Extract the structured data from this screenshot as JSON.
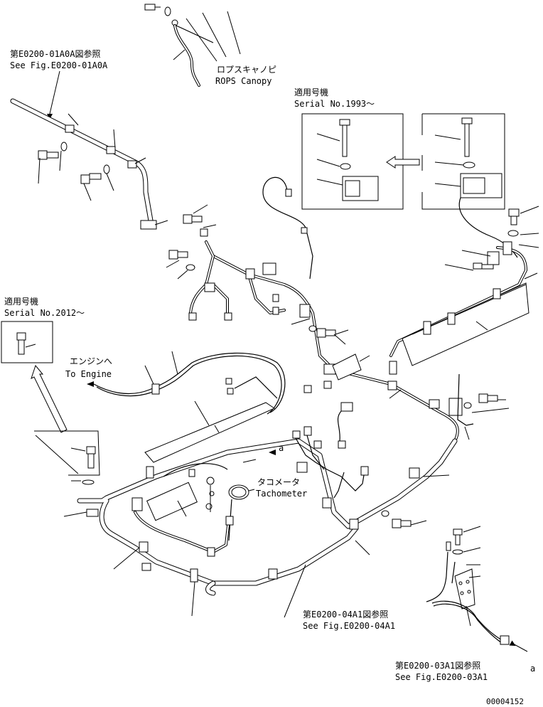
{
  "labels": {
    "ref_top": {
      "jp": "第E0200-01A0A図参照",
      "en": "See Fig.E0200-01A0A"
    },
    "canopy": {
      "jp": "ロプスキャノピ",
      "en": "ROPS Canopy"
    },
    "serial_1993": {
      "jp": "適用号機",
      "en": "Serial No.1993～"
    },
    "serial_2012": {
      "jp": "適用号機",
      "en": "Serial No.2012～"
    },
    "engine": {
      "jp": "エンジンへ",
      "en": "To Engine"
    },
    "tachometer": {
      "jp": "タコメータ",
      "en": "Tachometer"
    },
    "ref_04a1": {
      "jp": "第E0200-04A1図参照",
      "en": "See Fig.E0200-04A1"
    },
    "ref_03a1": {
      "jp": "第E0200-03A1図参照",
      "en": "See Fig.E0200-03A1"
    },
    "point_a_mid": "a",
    "point_a_right": "a",
    "figure_number": "00004152"
  }
}
